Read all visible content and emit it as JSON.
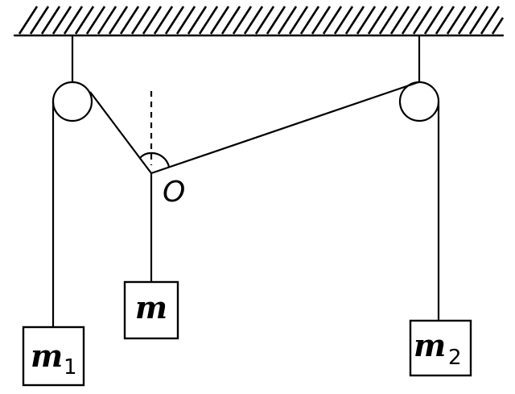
{
  "labels": {
    "point": "O",
    "mass_center": "m",
    "mass_left": "m",
    "mass_left_sub": "1",
    "mass_right": "m",
    "mass_right_sub": "2"
  }
}
